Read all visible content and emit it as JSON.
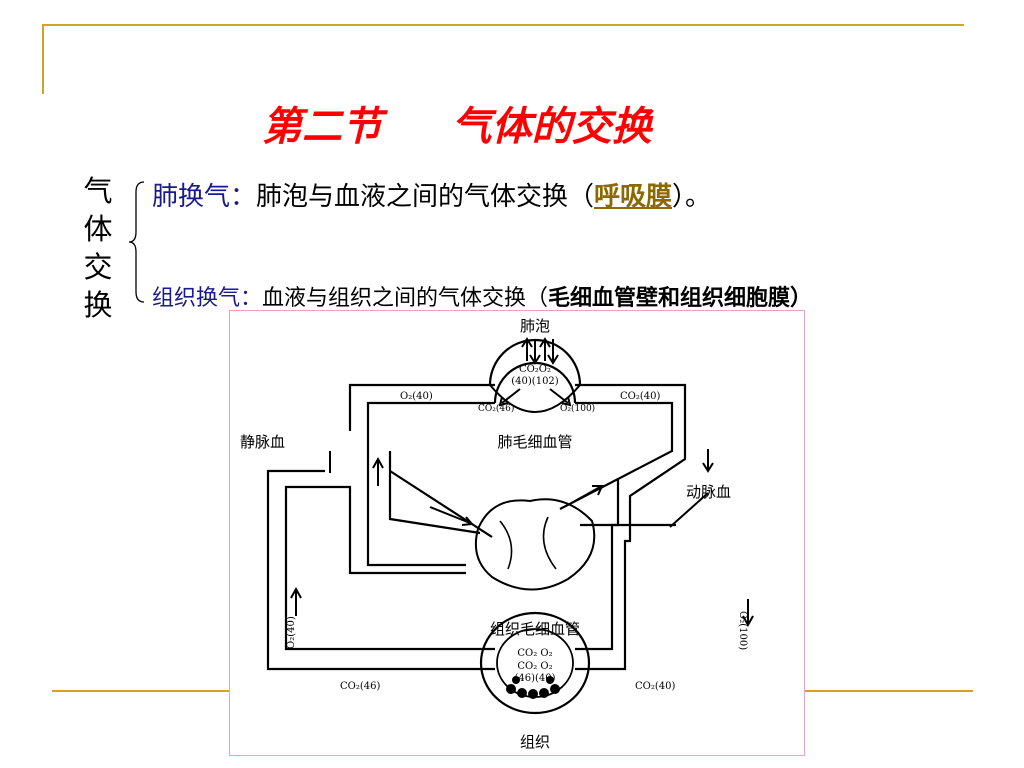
{
  "slide": {
    "title": "第二节     气体的交换",
    "side_label": [
      "气",
      "体",
      "交",
      "换"
    ],
    "line1": {
      "label": "肺换气：",
      "text": "肺泡与血液之间的气体交换（",
      "highlight": "呼吸膜",
      "end": "）。"
    },
    "line2": {
      "label": "组织换气：",
      "text": "血液与组织之间的气体交换（",
      "bold": "毛细血管壁和组织细胞膜",
      "end": "）"
    },
    "colors": {
      "title": "#ff0000",
      "label": "#1a1a8c",
      "highlight": "#8a6a00",
      "accent": "#d4a22a"
    }
  },
  "diagram": {
    "alveolus": "肺泡",
    "alveolus_gas_top": "CO₂O₂",
    "alveolus_gas_values": "(40)(102)",
    "co2_46_inner": "CO₂(46)",
    "o2_100_inner": "O₂(100)",
    "o2_40_top": "O₂(40)",
    "co2_40_top": "CO₂(40)",
    "vein": "静脉血",
    "lung_capillary": "肺毛细血管",
    "artery": "动脉血",
    "tissue_capillary": "组织毛细血管",
    "o2_40_left": "O₂(40)",
    "o2_100_right": "O₂(100)",
    "co2_46_bottom": "CO₂(46)",
    "co2_40_bottom": "CO₂(40)",
    "tissue_gas_top": "CO₂ O₂",
    "tissue_gas_mid": "CO₂ O₂",
    "tissue_gas_values": "(46)(40)",
    "tissue": "组织"
  }
}
